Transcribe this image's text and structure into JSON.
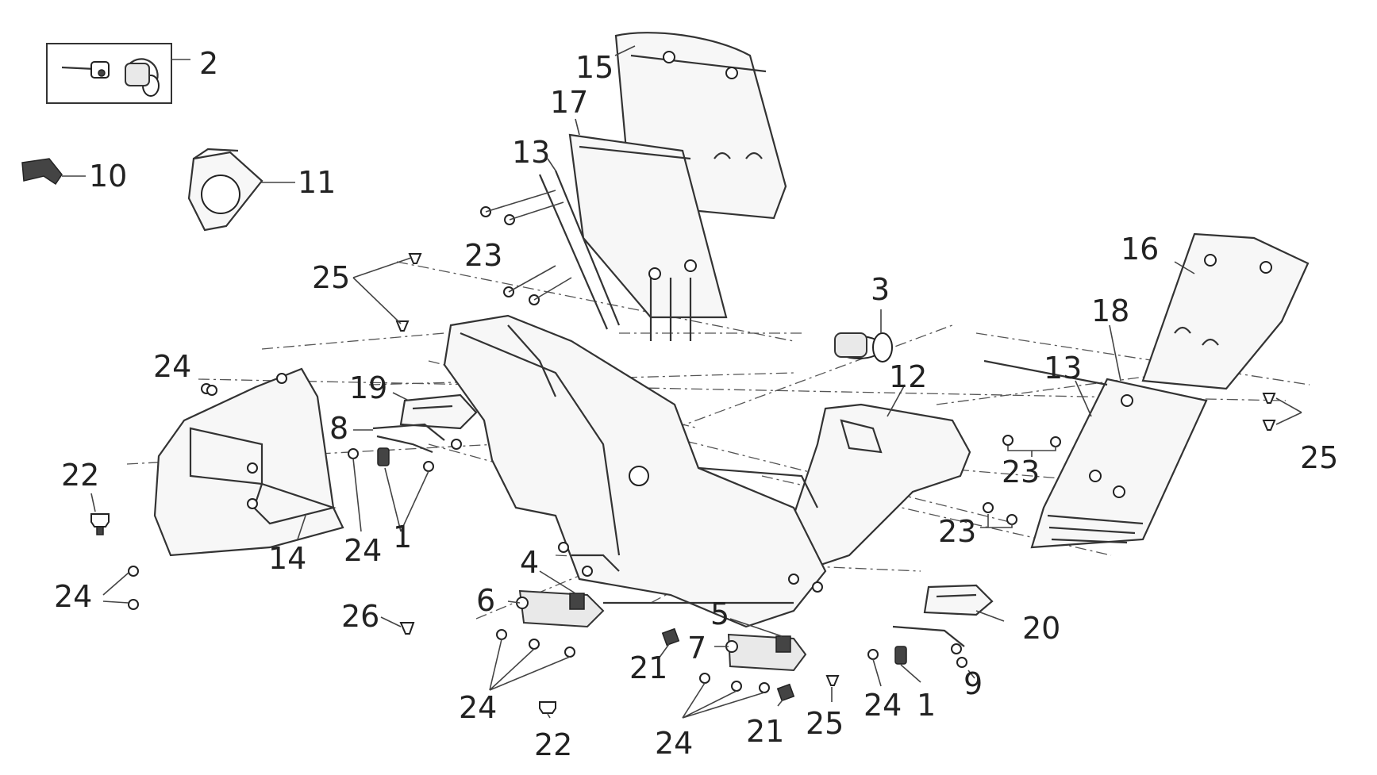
{
  "diagram": {
    "type": "exploded-parts-view",
    "colors": {
      "line": "#333333",
      "background": "#ffffff"
    },
    "callouts": [
      {
        "id": "c2",
        "text": "2"
      },
      {
        "id": "c10",
        "text": "10"
      },
      {
        "id": "c11",
        "text": "11"
      },
      {
        "id": "c15",
        "text": "15"
      },
      {
        "id": "c17",
        "text": "17"
      },
      {
        "id": "c13a",
        "text": "13"
      },
      {
        "id": "c23a",
        "text": "23"
      },
      {
        "id": "c25a",
        "text": "25"
      },
      {
        "id": "c3",
        "text": "3"
      },
      {
        "id": "c16",
        "text": "16"
      },
      {
        "id": "c18",
        "text": "18"
      },
      {
        "id": "c13b",
        "text": "13"
      },
      {
        "id": "c12",
        "text": "12"
      },
      {
        "id": "c25b",
        "text": "25"
      },
      {
        "id": "c23b",
        "text": "23"
      },
      {
        "id": "c23c",
        "text": "23"
      },
      {
        "id": "c24a",
        "text": "24"
      },
      {
        "id": "c19",
        "text": "19"
      },
      {
        "id": "c8",
        "text": "8"
      },
      {
        "id": "c22a",
        "text": "22"
      },
      {
        "id": "c14",
        "text": "14"
      },
      {
        "id": "c24b",
        "text": "24"
      },
      {
        "id": "c1a",
        "text": "1"
      },
      {
        "id": "c24c",
        "text": "24"
      },
      {
        "id": "c26",
        "text": "26"
      },
      {
        "id": "c4",
        "text": "4"
      },
      {
        "id": "c6",
        "text": "6"
      },
      {
        "id": "c5",
        "text": "5"
      },
      {
        "id": "c7",
        "text": "7"
      },
      {
        "id": "c21a",
        "text": "21"
      },
      {
        "id": "c24d",
        "text": "24"
      },
      {
        "id": "c22b",
        "text": "22"
      },
      {
        "id": "c24e",
        "text": "24"
      },
      {
        "id": "c21b",
        "text": "21"
      },
      {
        "id": "c25c",
        "text": "25"
      },
      {
        "id": "c20",
        "text": "20"
      },
      {
        "id": "c9",
        "text": "9"
      },
      {
        "id": "c24f",
        "text": "24"
      },
      {
        "id": "c1b",
        "text": "1"
      }
    ]
  }
}
